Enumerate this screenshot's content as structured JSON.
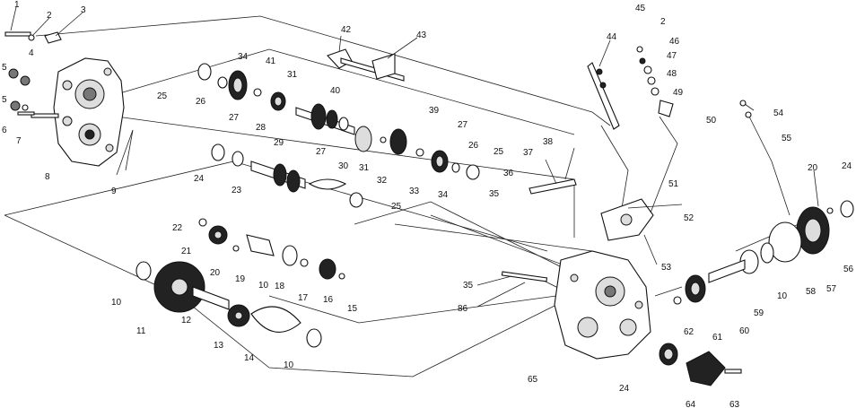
{
  "diagram": {
    "callouts": [
      "1",
      "2",
      "3",
      "4",
      "5",
      "5",
      "6",
      "7",
      "8",
      "9",
      "25",
      "26",
      "27",
      "28",
      "31",
      "34",
      "41",
      "40",
      "42",
      "43",
      "27",
      "31",
      "39",
      "27",
      "24",
      "29",
      "23",
      "30",
      "32",
      "33",
      "34",
      "26",
      "25",
      "25",
      "22",
      "21",
      "20",
      "19",
      "10",
      "18",
      "17",
      "16",
      "15",
      "10",
      "11",
      "12",
      "13",
      "14",
      "10",
      "44",
      "45",
      "2",
      "46",
      "47",
      "48",
      "49",
      "50",
      "51",
      "54",
      "55",
      "37",
      "38",
      "36",
      "35",
      "52",
      "53",
      "35",
      "86",
      "20",
      "24",
      "56",
      "57",
      "58",
      "10",
      "59",
      "60",
      "61",
      "62",
      "65",
      "24",
      "64",
      "63"
    ]
  }
}
